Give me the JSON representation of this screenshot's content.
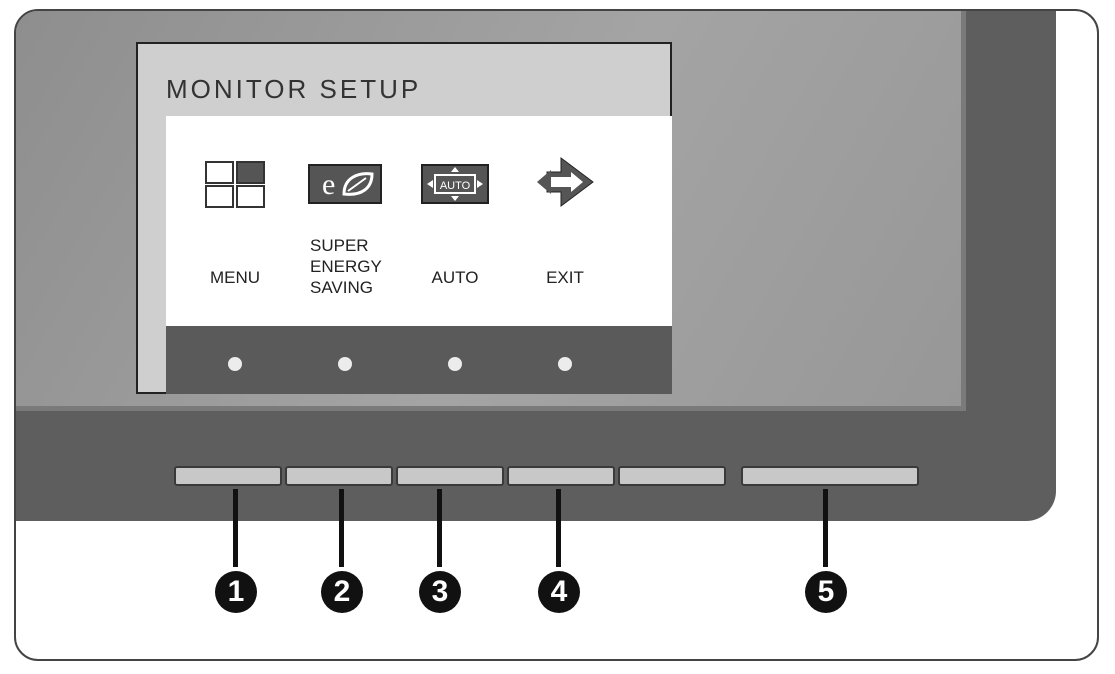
{
  "osd": {
    "title": "MONITOR SETUP",
    "items": [
      {
        "label": "MENU",
        "icon": "menu-grid-icon"
      },
      {
        "label": "SUPER\nENERGY\nSAVING",
        "icon": "energy-saving-leaf-icon"
      },
      {
        "label": "AUTO",
        "icon": "auto-adjust-icon"
      },
      {
        "label": "EXIT",
        "icon": "exit-arrow-icon"
      }
    ],
    "auto_icon_text": "AUTO",
    "energy_icon_text": "e"
  },
  "callouts": [
    "1",
    "2",
    "3",
    "4",
    "5"
  ],
  "colors": {
    "bezel": "#5e5e5e",
    "screen": "#9a9a9a",
    "osd_body": "#ffffff",
    "osd_bar": "#5a5a5a"
  }
}
